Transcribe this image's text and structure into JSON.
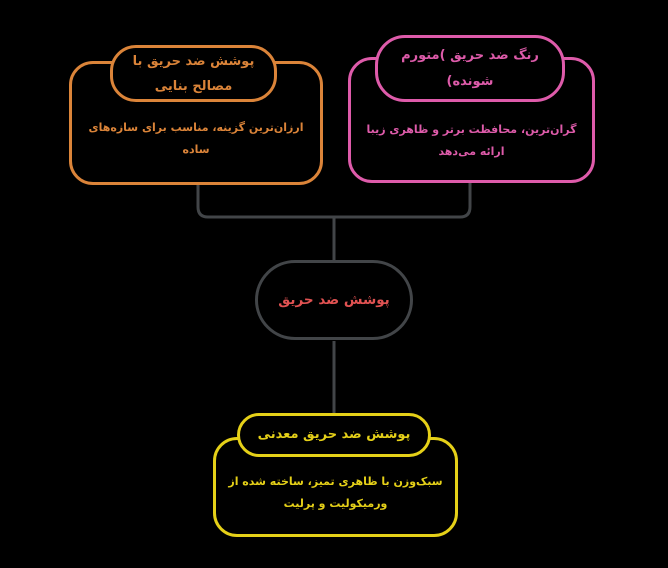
{
  "diagram": {
    "type": "mindmap",
    "background": "#000000",
    "connector_color": "#424548",
    "root": {
      "label": "پوشش ضد حریق",
      "label_color": "#e05252",
      "border_color": "#424548"
    },
    "branches": [
      {
        "id": "masonry-coating",
        "position": "top-left",
        "color": "#db8439",
        "title": "پوشش ضد حریق با\nمصالح بنایی",
        "description": "ارزان‌ترین گزینه، مناسب برای سازه‌های\nساده"
      },
      {
        "id": "intumescent-paint",
        "position": "top-right",
        "color": "#de5baa",
        "title": "رنگ ضد حریق )متورم\nشونده)",
        "description": "گران‌ترین، محافظت برتر و ظاهری زیبا\nارائه می‌دهد"
      },
      {
        "id": "mineral-coating",
        "position": "bottom",
        "color": "#e5d018",
        "title": "پوشش ضد حریق معدنی",
        "description": "سبک‌وزن با ظاهری تمیز، ساخته شده از\nورمیکولیت و پرلیت"
      }
    ]
  }
}
